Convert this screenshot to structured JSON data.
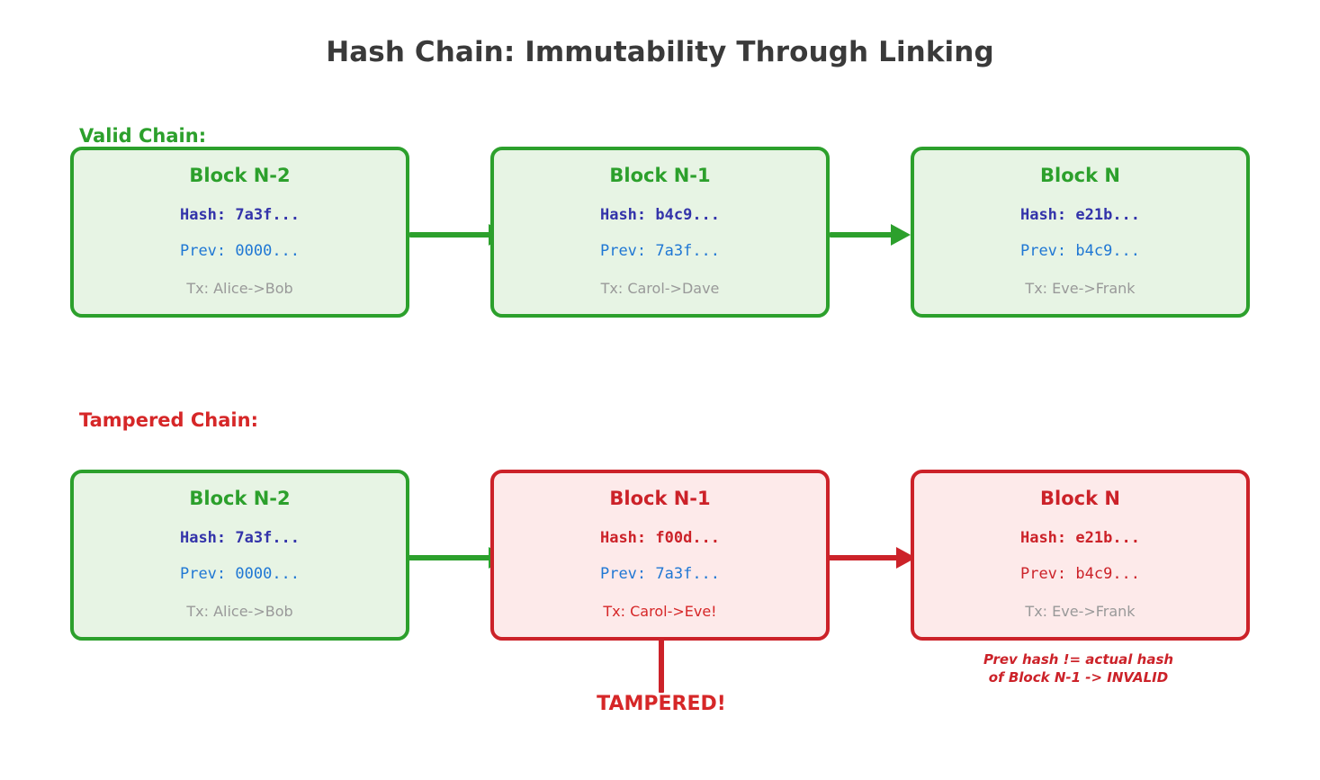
{
  "page": {
    "title": "Hash Chain: Immutability Through Linking",
    "background": "#ffffff"
  },
  "colors": {
    "valid_green": "#2ca02c",
    "valid_fill": "#e7f4e4",
    "tampered_red": "#cc2229",
    "tampered_fill": "#fdeaea",
    "hash_blue": "#3333aa",
    "prev_blue": "#1f77d4",
    "tx_gray": "#999999",
    "title_gray": "#3a3a3a"
  },
  "sections": {
    "valid": {
      "label": "Valid Chain:",
      "blocks": [
        {
          "title": "Block N-2",
          "hash": "Hash: 7a3f...",
          "prev": "Prev: 0000...",
          "tx": "Tx: Alice->Bob",
          "state": "valid"
        },
        {
          "title": "Block N-1",
          "hash": "Hash: b4c9...",
          "prev": "Prev: 7a3f...",
          "tx": "Tx: Carol->Dave",
          "state": "valid"
        },
        {
          "title": "Block N",
          "hash": "Hash: e21b...",
          "prev": "Prev: b4c9...",
          "tx": "Tx: Eve->Frank",
          "state": "valid"
        }
      ]
    },
    "tampered": {
      "label": "Tampered Chain:",
      "blocks": [
        {
          "title": "Block N-2",
          "hash": "Hash: 7a3f...",
          "prev": "Prev: 0000...",
          "tx": "Tx: Alice->Bob",
          "state": "valid"
        },
        {
          "title": "Block N-1",
          "hash": "Hash: f00d...",
          "prev": "Prev: 7a3f...",
          "tx": "Tx: Carol->Eve!",
          "state": "tampered"
        },
        {
          "title": "Block N",
          "hash": "Hash: e21b...",
          "prev": "Prev: b4c9...",
          "tx": "Tx: Eve->Frank",
          "state": "broken"
        }
      ]
    }
  },
  "annotations": {
    "tampered_callout": "TAMPERED!",
    "invalid_line1": "Prev hash != actual hash",
    "invalid_line2": "of Block N-1 -> INVALID"
  }
}
